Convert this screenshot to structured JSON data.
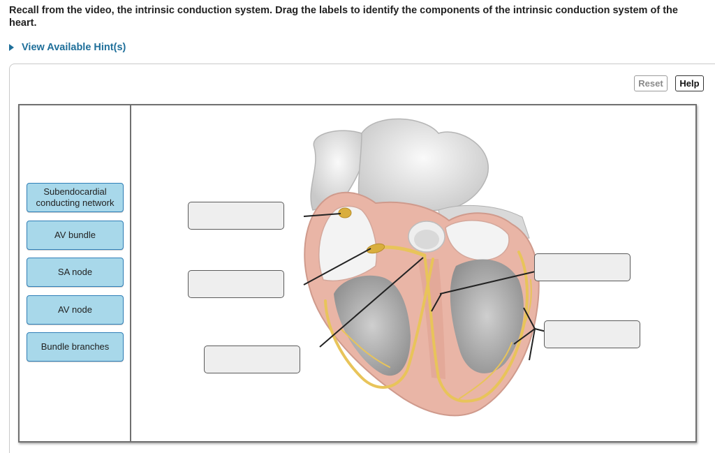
{
  "question": {
    "text": "Recall from the video, the intrinsic conduction system. Drag the labels to identify the components of the intrinsic conduction system of the heart."
  },
  "hint": {
    "label": "View Available Hint(s)",
    "icon": "triangle-right-icon"
  },
  "toolbar": {
    "reset_label": "Reset",
    "help_label": "Help"
  },
  "label_bank": {
    "items": [
      {
        "label": "Subendocardial conducting network"
      },
      {
        "label": "AV bundle"
      },
      {
        "label": "SA node"
      },
      {
        "label": "AV node"
      },
      {
        "label": "Bundle branches"
      }
    ]
  },
  "drop_targets": [
    {
      "value": ""
    },
    {
      "value": ""
    },
    {
      "value": ""
    },
    {
      "value": ""
    },
    {
      "value": ""
    }
  ],
  "colors": {
    "accent": "#1f6f9a",
    "chip_fill": "#a8d8ea",
    "chip_border": "#2f7fb8",
    "conduction_path": "#e8c45a",
    "myocardium": "#e9b5a6"
  }
}
